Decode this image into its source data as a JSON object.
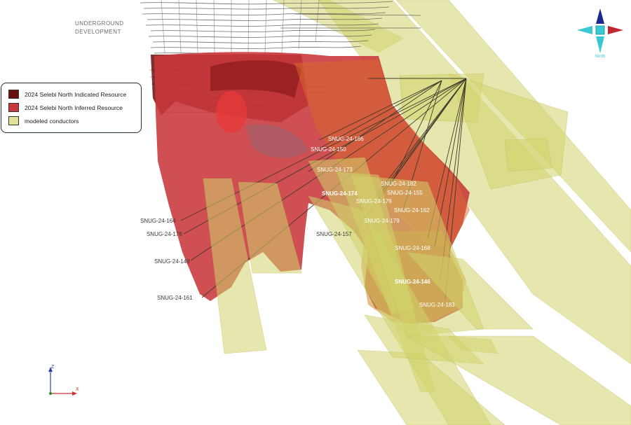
{
  "underground_label": "UNDERGROUND\nDEVELOPMENT",
  "legend": {
    "items": [
      {
        "label": "2024 Selebi North Indicated Resource",
        "color": "#6b0d0d"
      },
      {
        "label": "2024 Selebi North Inferred Resource",
        "color": "#c8373a"
      },
      {
        "label": "modeled conductors",
        "color": "#e2e39a"
      }
    ]
  },
  "drillholes": [
    {
      "id": "SNUG-24-166",
      "style": "light"
    },
    {
      "id": "SNUG-24-150",
      "style": "light"
    },
    {
      "id": "SNUG-24-173",
      "style": "light"
    },
    {
      "id": "SNUG-24-174",
      "style": "light-bold"
    },
    {
      "id": "SNUG-24-182",
      "style": "light"
    },
    {
      "id": "SNUG-24-155",
      "style": "light"
    },
    {
      "id": "SNUG-24-176",
      "style": "light"
    },
    {
      "id": "SNUG-24-162",
      "style": "light"
    },
    {
      "id": "SNUG-24-179",
      "style": "light"
    },
    {
      "id": "SNUG-24-164",
      "style": "dark"
    },
    {
      "id": "SNUG-24-178",
      "style": "dark"
    },
    {
      "id": "SNUG-24-157",
      "style": "dark"
    },
    {
      "id": "SNUG-24-168",
      "style": "light"
    },
    {
      "id": "SNUG-24-148",
      "style": "dark"
    },
    {
      "id": "SNUG-24-146",
      "style": "light-bold"
    },
    {
      "id": "SNUG-24-161",
      "style": "dark"
    },
    {
      "id": "SNUG-24-183",
      "style": "light"
    }
  ],
  "compass": {
    "north_label": "North"
  },
  "axes": {
    "z_label": "Z",
    "x_label": "X"
  },
  "colors": {
    "indicated": "#6b0d0d",
    "inferred": "#c8373a",
    "conductor": "#d6d775",
    "drillhole": "#3b3b2b",
    "compass_north": "#1b2a8a",
    "compass_east": "#c0262f",
    "compass_cyan": "#39c8d4"
  }
}
